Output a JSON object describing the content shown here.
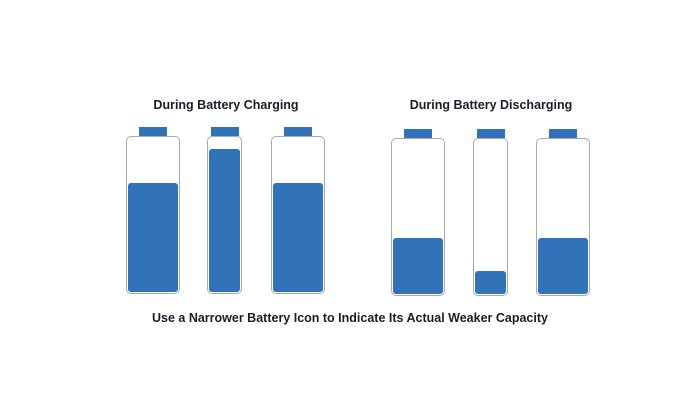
{
  "groups": {
    "charging": {
      "title": "During Battery Charging",
      "batteries": [
        {
          "fill": 0.71,
          "width": "normal"
        },
        {
          "fill": 0.93,
          "width": "narrow"
        },
        {
          "fill": 0.71,
          "width": "normal"
        }
      ]
    },
    "discharging": {
      "title": "During Battery Discharging",
      "batteries": [
        {
          "fill": 0.37,
          "width": "normal"
        },
        {
          "fill": 0.16,
          "width": "narrow"
        },
        {
          "fill": 0.37,
          "width": "normal"
        }
      ]
    }
  },
  "caption": "Use a Narrower Battery Icon to Indicate Its Actual Weaker Capacity",
  "colors": {
    "fill": "#3272b8",
    "outline": "#a8aab2",
    "text": "#1c1c2a"
  }
}
